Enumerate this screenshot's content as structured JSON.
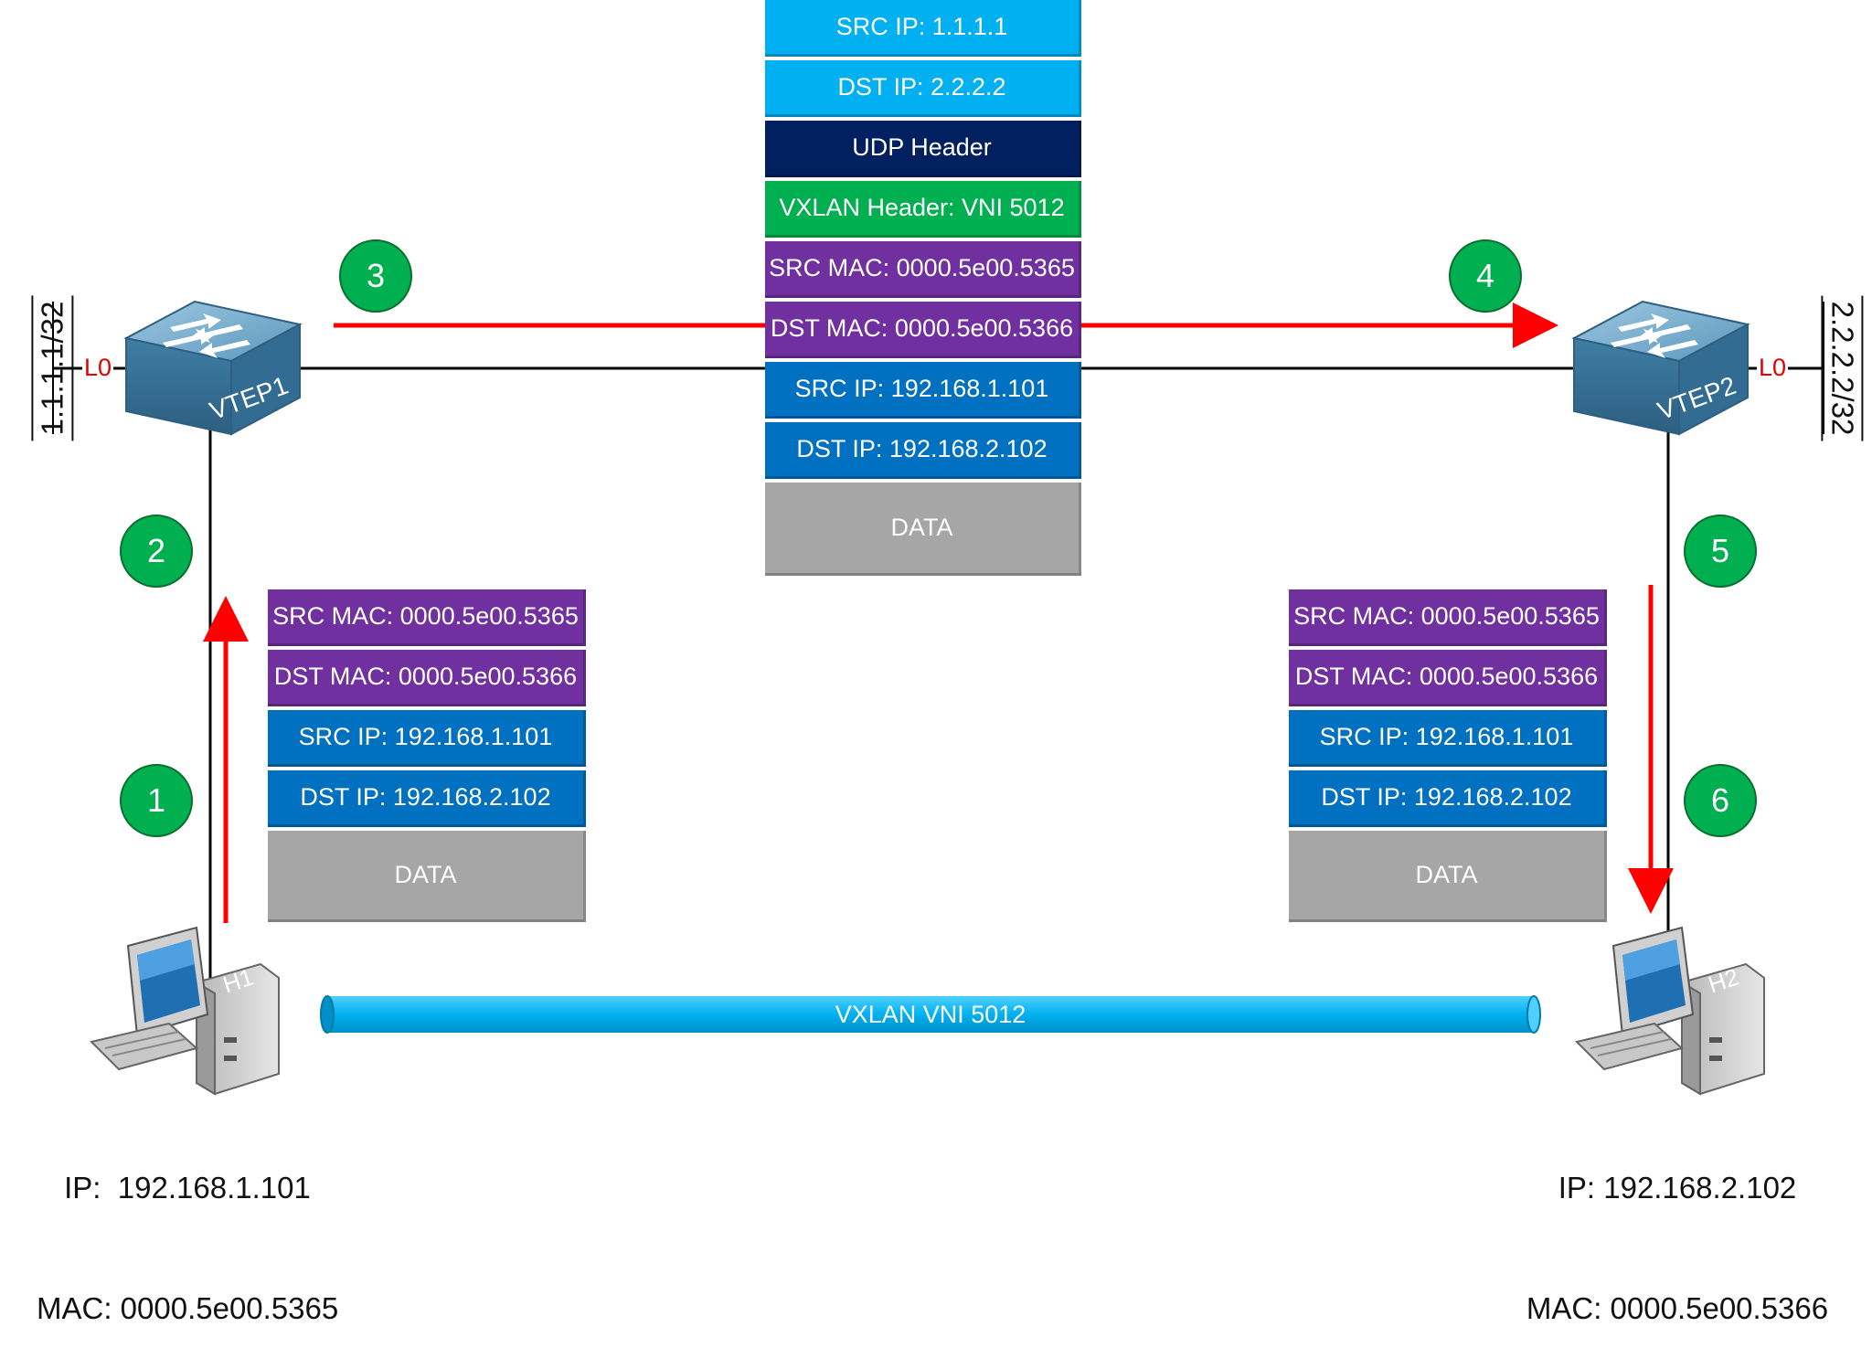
{
  "outer_packet": {
    "fields": [
      {
        "label": "SRC IP: 1.1.1.1",
        "kind": "outer-ip"
      },
      {
        "label": "DST IP: 2.2.2.2",
        "kind": "outer-ip"
      },
      {
        "label": "UDP Header",
        "kind": "udp"
      },
      {
        "label": "VXLAN Header: VNI 5012",
        "kind": "vxlan"
      },
      {
        "label": "SRC MAC: 0000.5e00.5365",
        "kind": "mac"
      },
      {
        "label": "DST MAC: 0000.5e00.5366",
        "kind": "mac"
      },
      {
        "label": "SRC IP: 192.168.1.101",
        "kind": "ip"
      },
      {
        "label": "DST IP: 192.168.2.102",
        "kind": "ip"
      },
      {
        "label": "DATA",
        "kind": "data"
      }
    ]
  },
  "left_packet": {
    "fields": [
      {
        "label": "SRC MAC: 0000.5e00.5365",
        "kind": "mac"
      },
      {
        "label": "DST MAC: 0000.5e00.5366",
        "kind": "mac"
      },
      {
        "label": "SRC IP: 192.168.1.101",
        "kind": "ip"
      },
      {
        "label": "DST IP: 192.168.2.102",
        "kind": "ip"
      },
      {
        "label": "DATA",
        "kind": "data"
      }
    ]
  },
  "right_packet": {
    "fields": [
      {
        "label": "SRC MAC: 0000.5e00.5365",
        "kind": "mac"
      },
      {
        "label": "DST MAC: 0000.5e00.5366",
        "kind": "mac"
      },
      {
        "label": "SRC IP: 192.168.1.101",
        "kind": "ip"
      },
      {
        "label": "DST IP: 192.168.2.102",
        "kind": "ip"
      },
      {
        "label": "DATA",
        "kind": "data"
      }
    ]
  },
  "steps": [
    "1",
    "2",
    "3",
    "4",
    "5",
    "6"
  ],
  "vtep1": {
    "name": "VTEP1",
    "loopback": "L0",
    "address": "1.1.1.1/32"
  },
  "vtep2": {
    "name": "VTEP2",
    "loopback": "L0",
    "address": "2.2.2.2/32"
  },
  "h1": {
    "name": "H1",
    "ip": "IP:  192.168.1.101",
    "mac": "MAC: 0000.5e00.5365"
  },
  "h2": {
    "name": "H2",
    "ip": "IP: 192.168.2.102",
    "mac": "MAC: 0000.5e00.5366"
  },
  "tunnel": {
    "label": "VXLAN VNI 5012"
  },
  "colors": {
    "outer_ip": "#00b0f0",
    "udp": "#002060",
    "vxlan": "#00b050",
    "mac": "#7030a0",
    "ip": "#0070c0",
    "data": "#a6a6a6",
    "arrow": "#ff0000",
    "step": "#00b050",
    "tunnel": "#00b0f0",
    "switch": "#4a8ab0"
  }
}
